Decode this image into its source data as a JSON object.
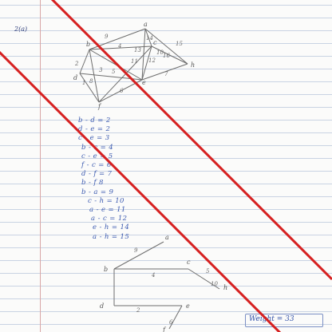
{
  "question_label": "2(a)",
  "graph": {
    "vertices": [
      "a",
      "b",
      "c",
      "d",
      "e",
      "f",
      "h"
    ],
    "edge_labels": [
      "9",
      "4",
      "15",
      "16",
      "14",
      "2",
      "11",
      "3",
      "7",
      "13",
      "12",
      "6",
      "5",
      "8",
      "10",
      "1"
    ]
  },
  "weights": [
    "b - d  =  2",
    "d - e  =  2",
    "c - e = 3",
    "b - c  =  4",
    "c - e  =  5",
    "f - c  =  6",
    "d - f  =  7",
    "b - f    8",
    "b - a  =  9",
    "c - h  =  10",
    "a - e  =  11",
    "a - c  =  12",
    "e - h  =  14",
    "a - h  =  15"
  ],
  "tree": {
    "vertices": [
      "b",
      "d",
      "e",
      "c",
      "h",
      "a",
      "f"
    ],
    "edge_labels": [
      "9",
      "4",
      "5",
      "2",
      "6",
      "10"
    ]
  },
  "total": "Weight = 33"
}
